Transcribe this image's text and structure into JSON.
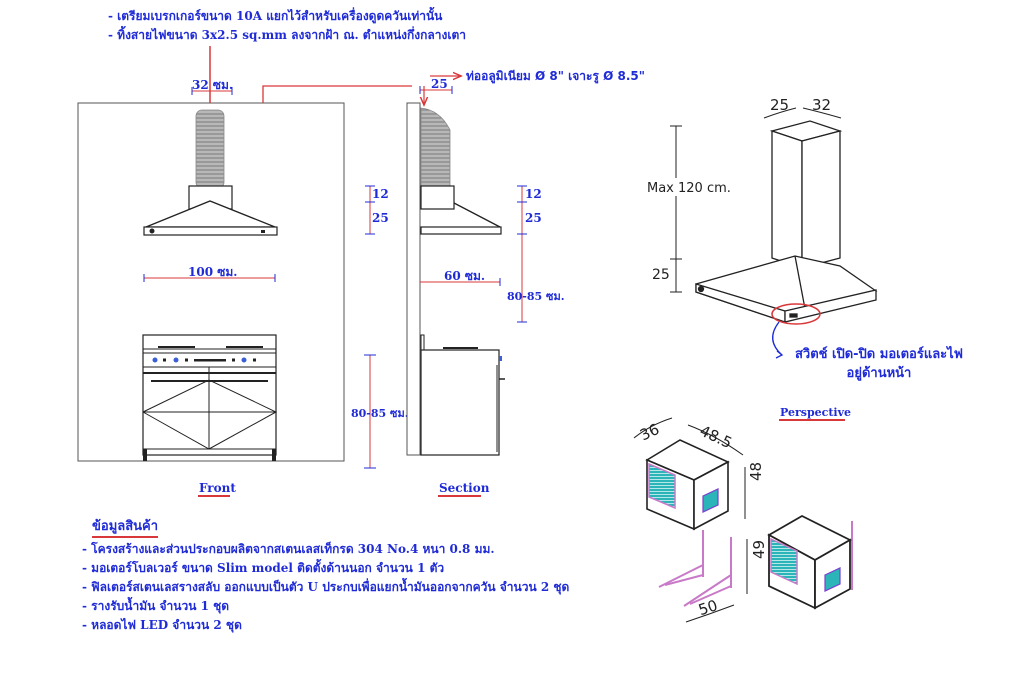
{
  "top_notes": [
    "- เตรียมเบรกเกอร์ขนาด 10A แยกไว้สำหรับเครื่องดูดควันเท่านั้น",
    "- ทิ้งสายไฟขนาด 3x2.5 sq.mm ลงจากฝ้า ณ. ตำแหน่งกึ่งกลางเตา"
  ],
  "duct_note": "ท่ออลูมิเนียม  Ø  8\"  เจาะรู  Ø  8.5\"",
  "front": {
    "label": "Front",
    "chimney_width": "32 ซม.",
    "hood_heights": [
      "12",
      "25"
    ],
    "hood_width": "100 ซม.",
    "counter_height": "80-85 ซม."
  },
  "section": {
    "label": "Section",
    "duct_offset": "25",
    "hood_heights": [
      "12",
      "25"
    ],
    "depth": "60 ซม.",
    "clearance": "80-85 ซม."
  },
  "perspective": {
    "label": "Perspective",
    "chimney_depth": "25",
    "chimney_width": "32",
    "max_height": "Max 120 cm.",
    "hood_height": "25",
    "switch_note": [
      "สวิตช์ เปิด-ปิด มอเตอร์และไฟ",
      "อยู่ด้านหน้า"
    ]
  },
  "blower": {
    "depth": "36",
    "width": "48.5",
    "height": "48",
    "bracket_height": "49",
    "bracket_length": "50"
  },
  "product_info": {
    "title": "ข้อมูลสินค้า",
    "items": [
      "- โครงสร้างและส่วนประกอบผลิตจากสเตนเลสเท็กรด 304 No.4 หนา 0.8 มม.",
      "- มอเตอร์โบลเวอร์ ขนาด  Slim model ติดตั้งด้านนอก จำนวน 1 ตัว",
      "- ฟิลเตอร์สเตนเลสรางสลับ ออกแบบเป็นตัว U ประกบเพื่อแยกน้ำมันออกจากควัน จำนวน 2 ชุด",
      "- รางรับน้ำมัน จำนวน 1 ชุด",
      "- หลอดไฟ LED จำนวน 2 ชุด"
    ]
  },
  "colors": {
    "annotation_text": "#1f2bd6",
    "dimension_line": "#d9383a",
    "drawing": "#222222",
    "accent_teal": "#2bb5b8",
    "accent_pink": "#c87ac8"
  }
}
